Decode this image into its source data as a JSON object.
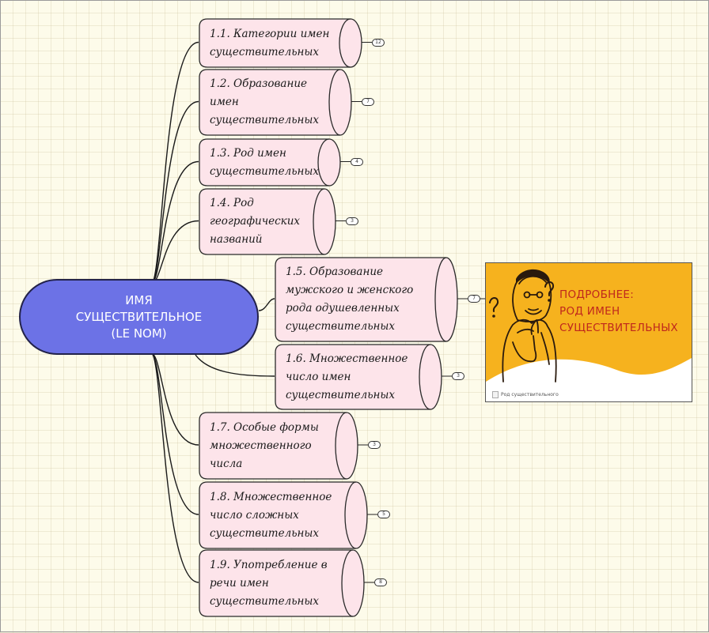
{
  "central_topic": {
    "lines": [
      "ИМЯ",
      "СУЩЕСТВИТЕЛЬНОЕ",
      "(LE NOM)"
    ],
    "fill_color": "#6c72e6"
  },
  "topic_fill_color": "#fde4ea",
  "subtopics": [
    {
      "lines": [
        "1.1. Категории имен",
        "существительных"
      ],
      "count": "12"
    },
    {
      "lines": [
        "1.2. Образование",
        "имен",
        "существительных"
      ],
      "count": "7"
    },
    {
      "lines": [
        "1.3. Род имен",
        "существительных"
      ],
      "count": "4"
    },
    {
      "lines": [
        "1.4. Род",
        "географических",
        "названий"
      ],
      "count": "3"
    },
    {
      "lines": [
        "1.5. Образование",
        "мужского и женского",
        "рода одушевленных",
        "существительных"
      ],
      "count": "7"
    },
    {
      "lines": [
        "1.6. Множественное",
        "число имен",
        "существительных"
      ],
      "count": "3"
    },
    {
      "lines": [
        "1.7. Особые формы",
        "множественного",
        "числа"
      ],
      "count": "3"
    },
    {
      "lines": [
        "1.8. Множественное",
        "число сложных",
        "существительных"
      ],
      "count": "5"
    },
    {
      "lines": [
        "1.9. Употребление в",
        "речи имен",
        "существительных"
      ],
      "count": "8"
    }
  ],
  "link_card": {
    "title_lines": [
      "ПОДРОБНЕЕ:",
      "РОД ИМЕН",
      "СУЩЕСТВИТЕЛЬНЫХ"
    ],
    "caption": "Род существительного",
    "background_color": "#f6b21e",
    "title_color": "#c0271d"
  }
}
